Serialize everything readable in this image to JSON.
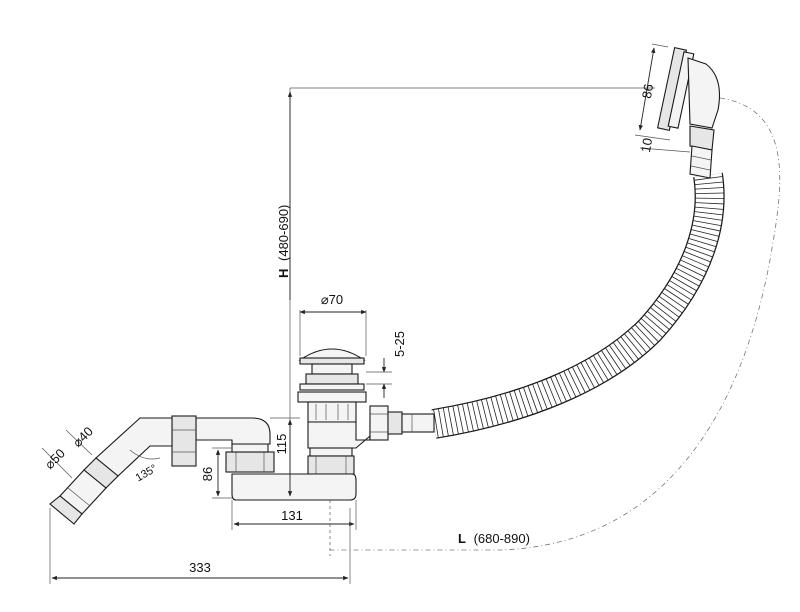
{
  "dimensions": {
    "height_label_bold": "H",
    "height_label_range": "(480-690)",
    "length_label_bold": "L",
    "length_label_range": "(680-890)",
    "overflow_diameter": "86",
    "overflow_thickness": "10",
    "plug_diameter": "⌀70",
    "plug_range": "5-25",
    "siphon_height": "115",
    "outlet_height": "86",
    "outlet_offset": "131",
    "total_width": "333",
    "pipe_d40": "⌀40",
    "pipe_d50": "⌀50",
    "angle": "135°"
  }
}
